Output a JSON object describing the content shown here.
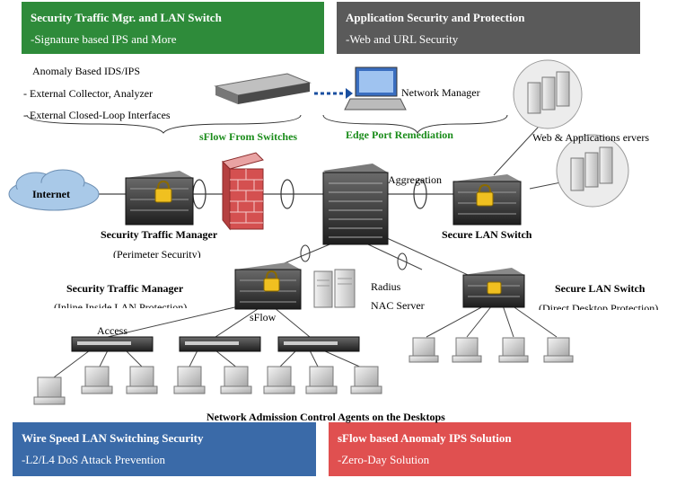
{
  "colors": {
    "green": "#2e8b3a",
    "gray": "#5a5a5a",
    "blue": "#3a6aa8",
    "red": "#e05050",
    "cloud": "#a9c9e8"
  },
  "banners": {
    "top_left": {
      "title": "Security Traffic Mgr. and LAN Switch",
      "subtitle": "-Signature based IPS and More"
    },
    "top_right": {
      "title": "Application Security and Protection",
      "subtitle": "-Web and URL Security"
    },
    "bottom_left": {
      "title": "Wire Speed LAN Switching Security",
      "subtitle": "-L2/L4 DoS Attack Prevention"
    },
    "bottom_right": {
      "title": "sFlow based Anomaly IPS Solution",
      "subtitle": "-Zero-Day Solution"
    }
  },
  "anomaly": {
    "heading": "Anomaly Based IDS/IPS",
    "items": [
      "- External Collector, Analyzer",
      "- External Closed-Loop Interfaces"
    ]
  },
  "labels": {
    "network_manager": "Network Manager",
    "sflow_from_switches": "sFlow From Switches",
    "edge_port_remediation": "Edge Port Remediation",
    "web_app_servers": "Web & Applications ervers",
    "internet": "Internet",
    "aggregation": "Aggregation",
    "stm_perimeter": "Security Traffic Manager",
    "stm_perimeter_sub": "(Perimeter Security)",
    "secure_lan_top": "Secure LAN Switch",
    "stm_inside": "Security Traffic Manager",
    "stm_inside_sub": "(Inline Inside LAN Protection)",
    "radius": "Radius",
    "nac_server": "NAC Server",
    "sflow": "sFlow",
    "secure_lan_right": "Secure LAN Switch",
    "secure_lan_right_sub": "(Direct Desktop Protection)",
    "access": "Access",
    "nac_agents": "Network Admission Control Agents on the Desktops"
  }
}
